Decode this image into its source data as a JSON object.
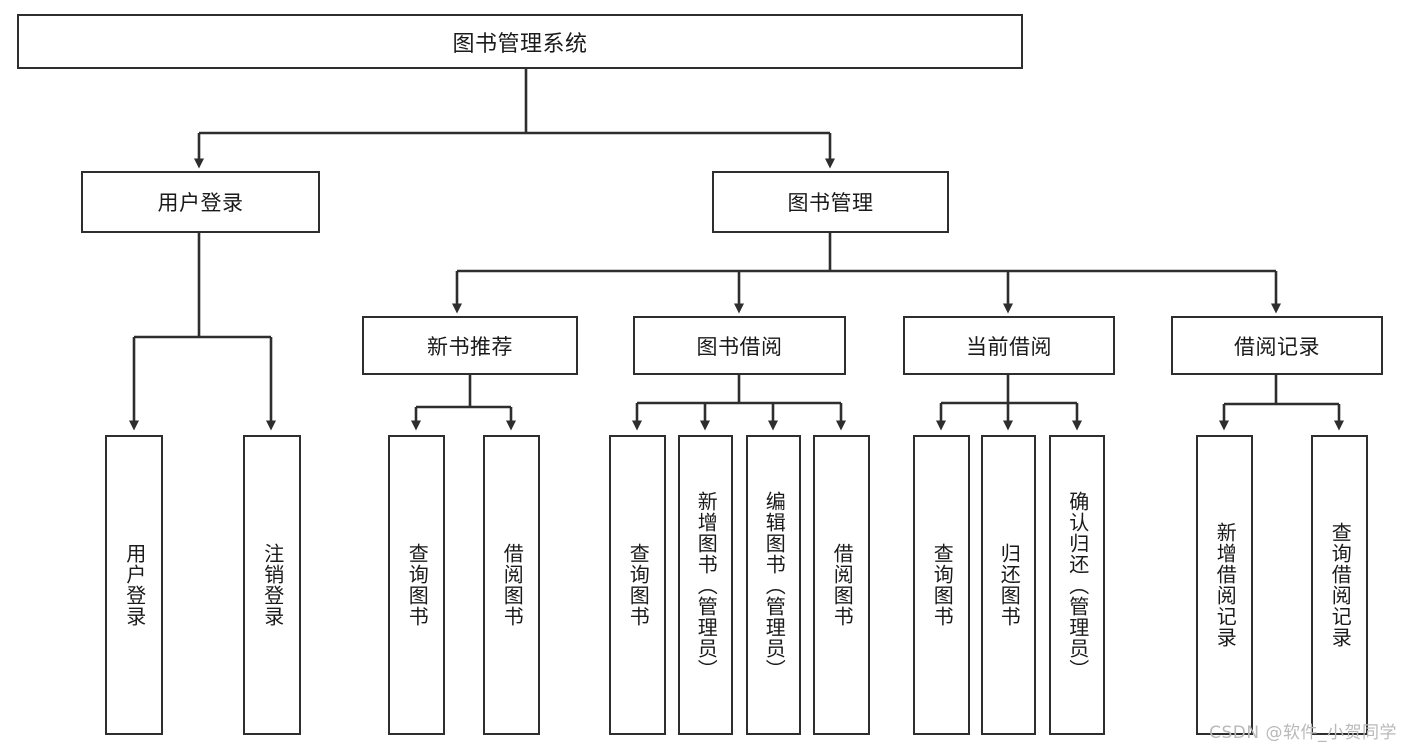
{
  "diagram": {
    "title": "图书管理系统",
    "watermark": "CSDN @软件_小贺同学",
    "colors": {
      "box_border": "#2e2e2e",
      "box_fill": "#ffffff",
      "connector": "#2e2e2e",
      "text": "#1a1a1a",
      "watermark": "#b9b9b9"
    },
    "levels": {
      "root": {
        "label": "图书管理系统"
      },
      "level2": [
        {
          "id": "user-login",
          "label": "用户登录"
        },
        {
          "id": "book-management",
          "label": "图书管理"
        }
      ],
      "level3": [
        {
          "id": "new-book-recommend",
          "label": "新书推荐"
        },
        {
          "id": "book-borrow",
          "label": "图书借阅"
        },
        {
          "id": "current-borrow",
          "label": "当前借阅"
        },
        {
          "id": "borrow-record",
          "label": "借阅记录"
        }
      ],
      "leaves": {
        "user_login": [
          {
            "id": "leaf-user-login",
            "label": "用户登录"
          },
          {
            "id": "leaf-logout",
            "label": "注销登录"
          }
        ],
        "new_book_recommend": [
          {
            "id": "leaf-query-book-1",
            "label": "查询图书"
          },
          {
            "id": "leaf-borrow-book-1",
            "label": "借阅图书"
          }
        ],
        "book_borrow": [
          {
            "id": "leaf-query-book-2",
            "label": "查询图书"
          },
          {
            "id": "leaf-add-book",
            "label": "新增图书（管理员）"
          },
          {
            "id": "leaf-edit-book",
            "label": "编辑图书（管理员）"
          },
          {
            "id": "leaf-borrow-book-2",
            "label": "借阅图书"
          }
        ],
        "current_borrow": [
          {
            "id": "leaf-query-book-3",
            "label": "查询图书"
          },
          {
            "id": "leaf-return-book",
            "label": "归还图书"
          },
          {
            "id": "leaf-confirm-return",
            "label": "确认归还（管理员）"
          }
        ],
        "borrow_record": [
          {
            "id": "leaf-add-record",
            "label": "新增借阅记录"
          },
          {
            "id": "leaf-query-record",
            "label": "查询借阅记录"
          }
        ]
      }
    }
  }
}
